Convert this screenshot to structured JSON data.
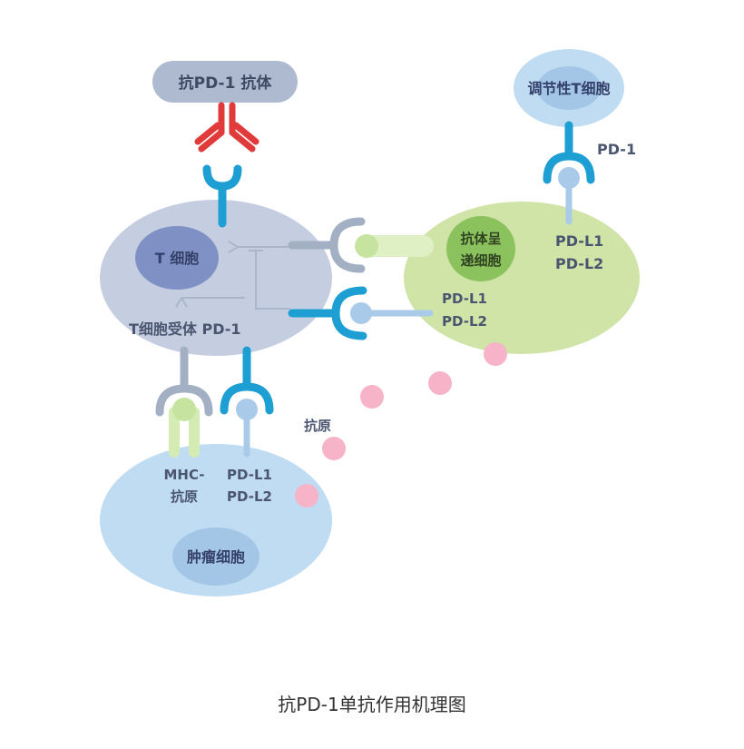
{
  "labels": {
    "antibody": "抗PD-1 抗体",
    "treg": "调节性T细胞",
    "treg_receptor": "PD-1",
    "t_cell": "T 细胞",
    "t_cell_receptors": "T细胞受体 PD-1",
    "apc_line1": "抗体呈",
    "apc_line2": "递细胞",
    "apc_ligand_line1": "PD-L1",
    "apc_ligand_line2": "PD-L2",
    "apc_side_ligand_line1": "PD-L1",
    "apc_side_ligand_line2": "PD-L2",
    "antigen": "抗原",
    "tumor_mhc_line1": "MHC-",
    "tumor_mhc_line2": "抗原",
    "tumor_ligand_line1": "PD-L1",
    "tumor_ligand_line2": "PD-L2",
    "tumor_cell": "肿瘤细胞"
  },
  "caption": "抗PD-1单抗作用机理图",
  "colors": {
    "pd1_receptor": "#1e9fd4",
    "antibody": "#e03a3a",
    "t_cell_body": "#c5cee0",
    "apc_body": "#cfe4a6",
    "tumor_body": "#bfdcf2",
    "antigen": "#f7b3c8",
    "ligand": "#a9cbe9",
    "mhc": "#d4ecb4"
  }
}
